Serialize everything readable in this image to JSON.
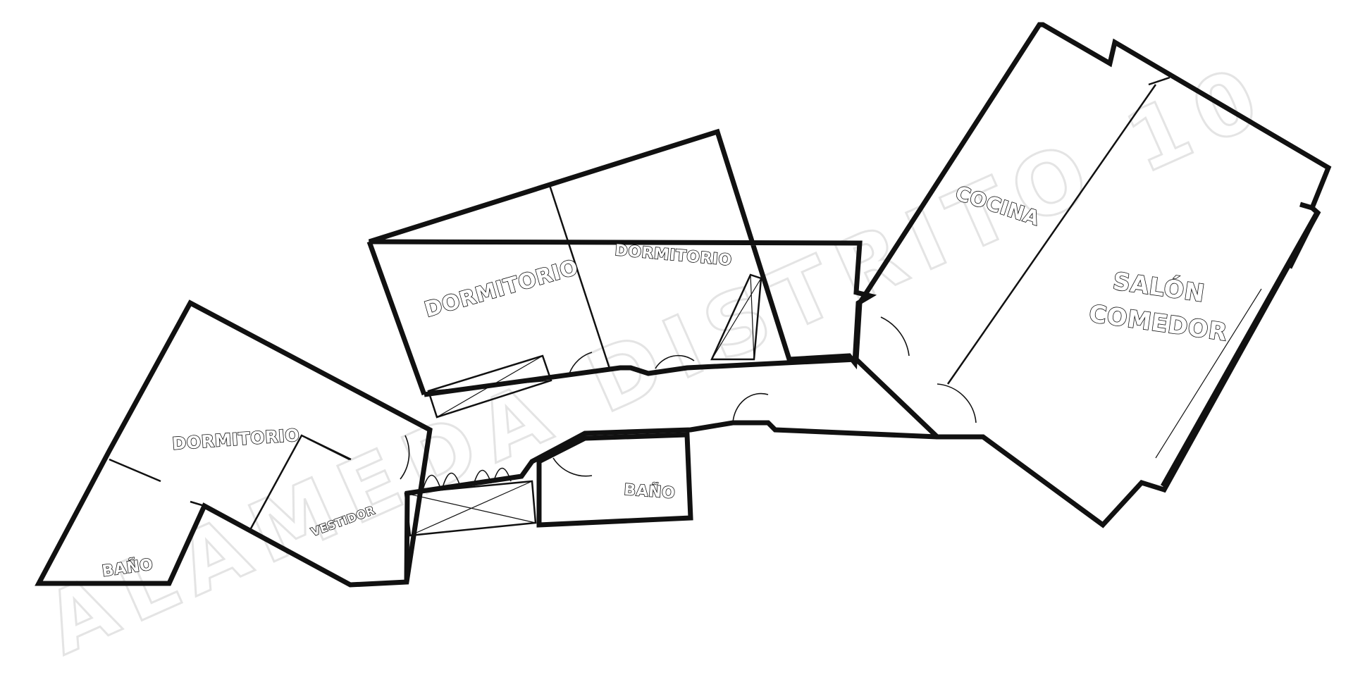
{
  "watermark": "ALAMEDA DISTRITO 10",
  "rooms": {
    "dormitorio_left": "DORMITORIO",
    "bano_left": "BAÑO",
    "vestidor": "VESTIDOR",
    "dormitorio_center_1": "DORMITORIO",
    "dormitorio_center_2": "DORMITORIO",
    "bano_center": "BAÑO",
    "cocina": "COCINA",
    "salon_line1": "SALÓN",
    "salon_line2": "COMEDOR"
  }
}
